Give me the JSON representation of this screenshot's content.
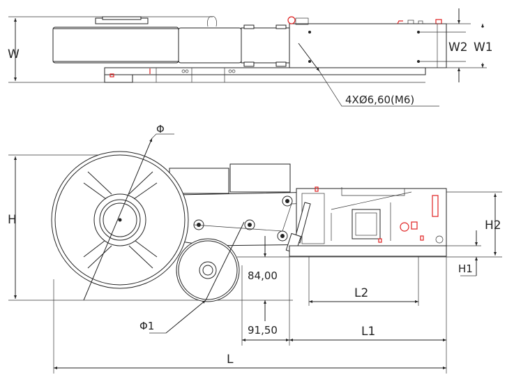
{
  "top_view": {
    "width_label": "W",
    "w2_label": "W2",
    "w1_label": "W1",
    "hole_callout": "4XØ6,60(M6)"
  },
  "side_view": {
    "reel_diameter_label": "Φ",
    "reel2_diameter_label": "Φ1",
    "height_label": "H",
    "h2_label": "H2",
    "h1_label": "H1",
    "dim_vertical": "84,00",
    "dim_horizontal": "91,50",
    "l2_label": "L2",
    "l1_label": "L1",
    "length_label": "L"
  },
  "colors": {
    "line": "#222222",
    "accent": "#e02020"
  }
}
